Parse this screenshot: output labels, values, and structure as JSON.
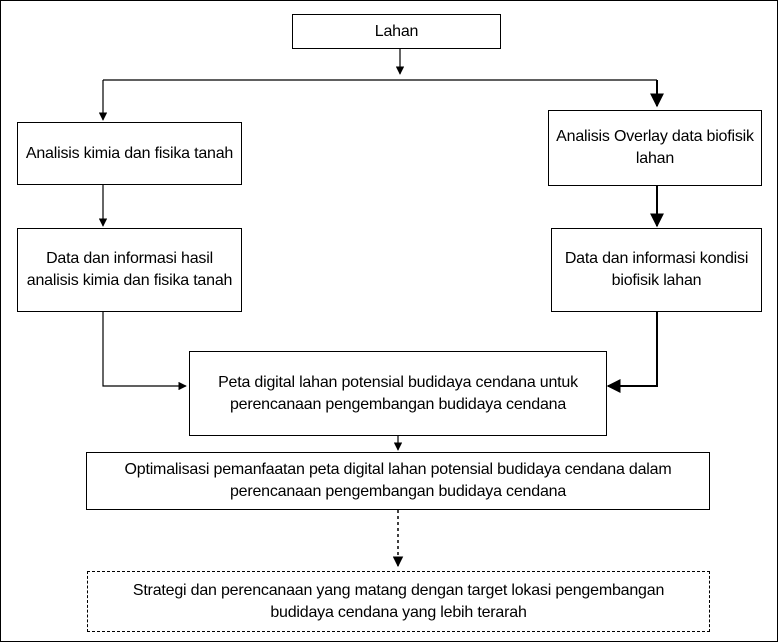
{
  "diagram": {
    "nodes": {
      "lahan": "Lahan",
      "kimia_fisika": "Analisis kimia dan fisika tanah",
      "overlay": "Analisis Overlay data biofisik lahan",
      "data_kimia": "Data dan informasi hasil analisis kimia dan fisika tanah",
      "data_biofisik": "Data dan informasi kondisi biofisik lahan",
      "peta_digital": "Peta digital lahan potensial budidaya cendana untuk perencanaan pengembangan budidaya cendana",
      "optimalisasi": "Optimalisasi pemanfaatan peta digital lahan potensial budidaya cendana dalam perencanaan pengembangan budidaya cendana",
      "strategi": "Strategi dan perencanaan yang matang dengan target lokasi pengembangan budidaya cendana yang lebih terarah"
    },
    "colors": {
      "line": "#000000",
      "background": "#ffffff"
    }
  }
}
